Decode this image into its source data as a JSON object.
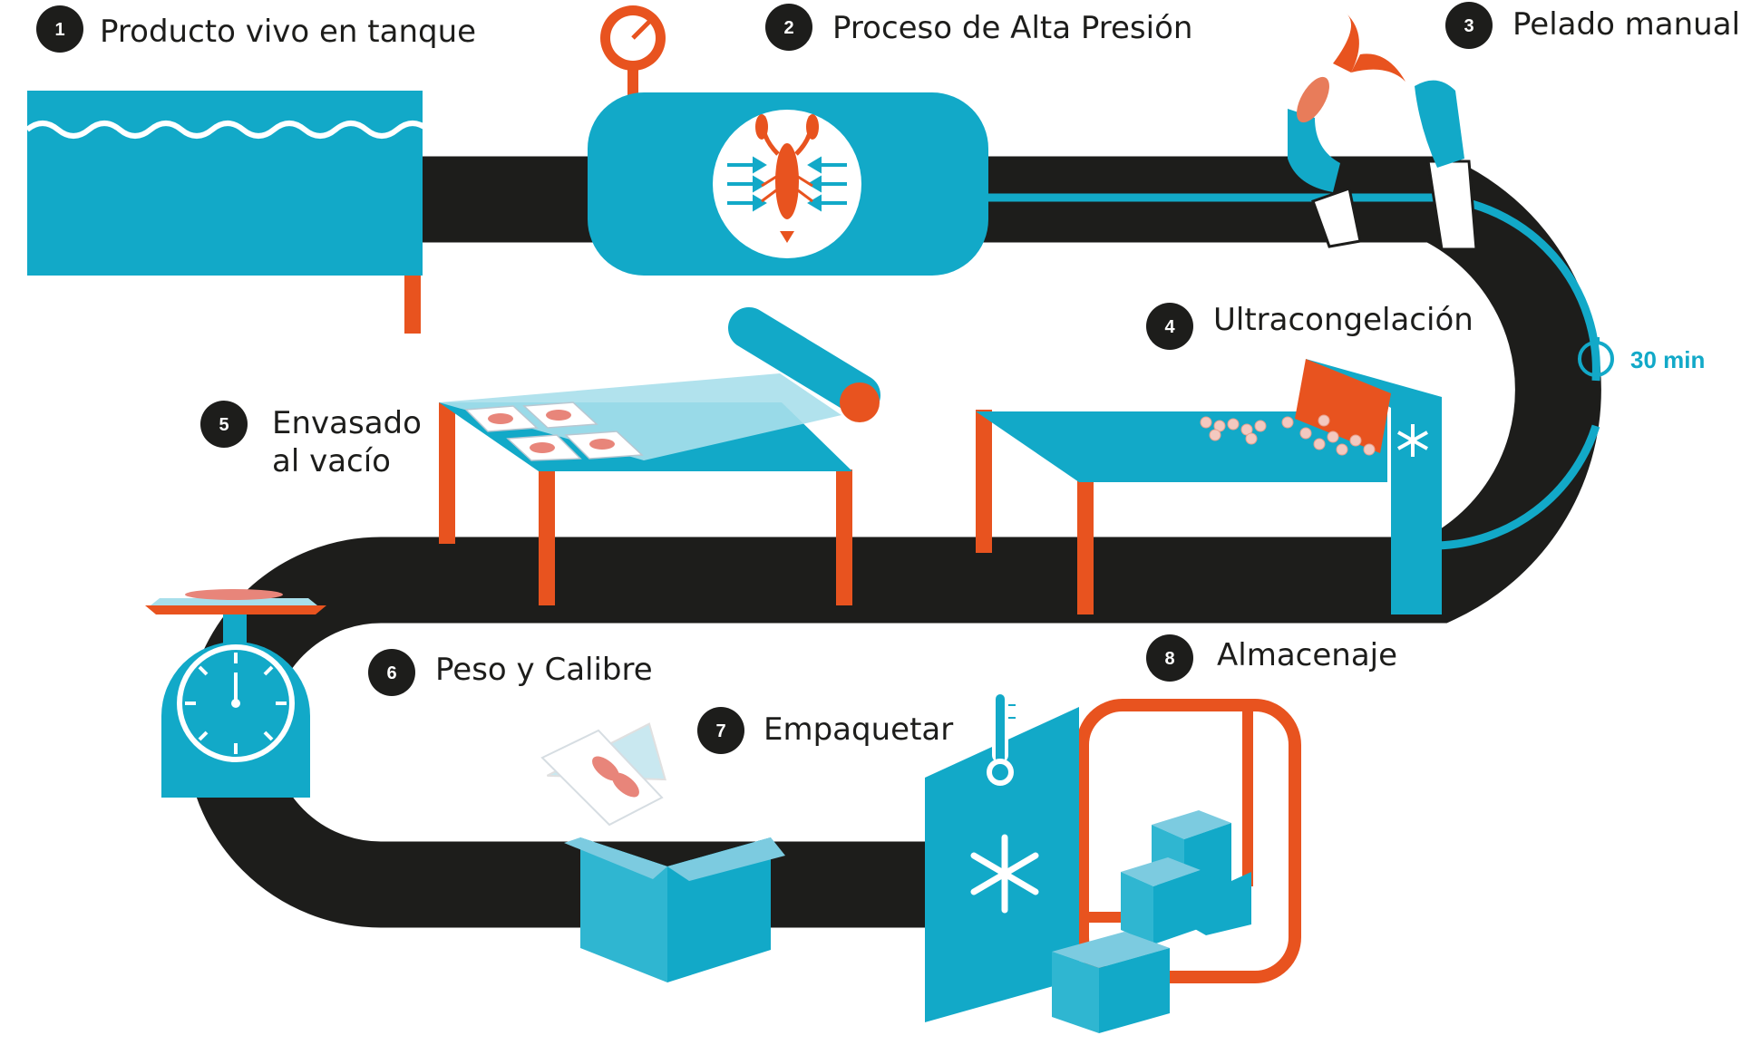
{
  "colors": {
    "blue": "#12a9c8",
    "light_blue": "#7ccbe0",
    "orange": "#e8531f",
    "belt": "#1d1d1b",
    "badge": "#1d1d1b",
    "white": "#ffffff"
  },
  "steps": [
    {
      "number": "1",
      "label": "Producto vivo en tanque",
      "icon": "water-tank-icon"
    },
    {
      "number": "2",
      "label": "Proceso de Alta Presión",
      "icon": "pressure-chamber-icon"
    },
    {
      "number": "3",
      "label": "Pelado manual",
      "icon": "gloved-hands-icon"
    },
    {
      "number": "4",
      "label": "Ultracongelación",
      "icon": "freezer-table-icon"
    },
    {
      "number": "5",
      "label_line1": "Envasado",
      "label_line2": "al vacío",
      "icon": "vacuum-pack-table-icon"
    },
    {
      "number": "6",
      "label": "Peso y Calibre",
      "icon": "weighing-scale-icon"
    },
    {
      "number": "7",
      "label": "Empaquetar",
      "icon": "cardboard-box-icon"
    },
    {
      "number": "8",
      "label": "Almacenaje",
      "icon": "cold-storage-icon"
    }
  ],
  "timer": {
    "label": "30 min",
    "icon": "stopwatch-icon"
  }
}
